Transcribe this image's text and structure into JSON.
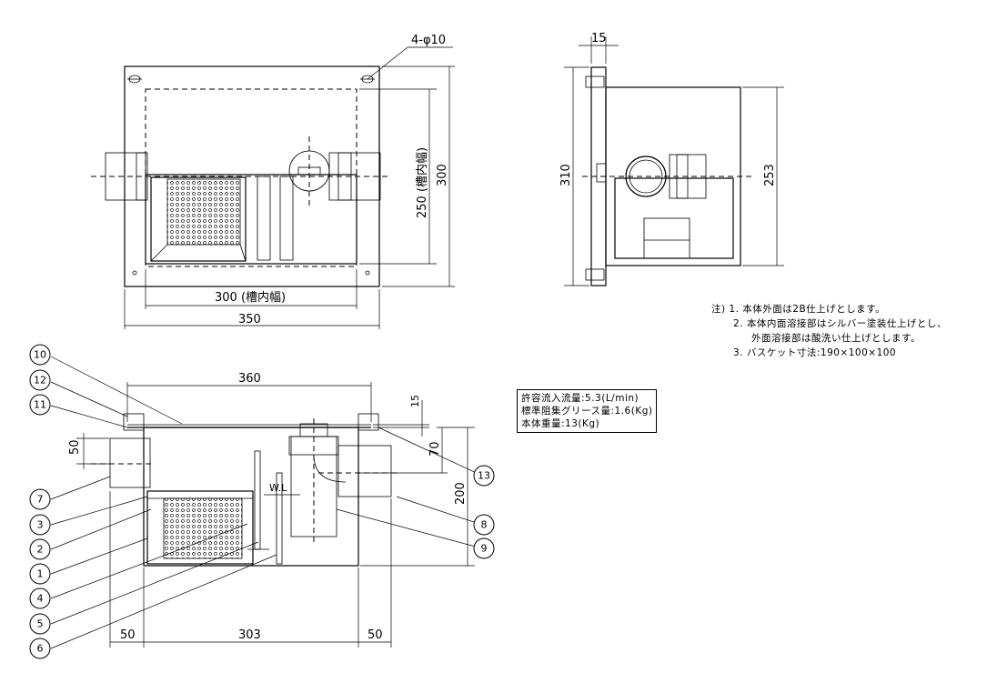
{
  "dimensions": {
    "holes": "4-φ10",
    "top_inner_width": "300 (槽内幅)",
    "top_outer_width": "350",
    "top_inner_depth": "250 (槽内幅)",
    "top_outer_depth": "300",
    "side_flange": "15",
    "side_height": "310",
    "side_body": "253",
    "front_width": "360",
    "front_lid": "15",
    "front_inlet": "50",
    "front_outlet": "70",
    "front_height": "200",
    "bottom_left": "50",
    "bottom_body": "303",
    "bottom_right": "50",
    "water_level": "W.L"
  },
  "balloons": [
    "10",
    "12",
    "11",
    "7",
    "3",
    "2",
    "1",
    "4",
    "5",
    "6",
    "13",
    "8",
    "9"
  ],
  "notes": [
    "注) 1. 本体外面は2B仕上げとします。",
    "2. 本体内面溶接部はシルバー塗装仕上げとし、",
    "外面溶接部は酸洗い仕上げとします。",
    "3. バスケット寸法:190×100×100"
  ],
  "specs": [
    "許容流入流量:5.3(L/min)",
    "標準阻集グリース量:1.6(Kg)",
    "本体重量:13(Kg)"
  ]
}
